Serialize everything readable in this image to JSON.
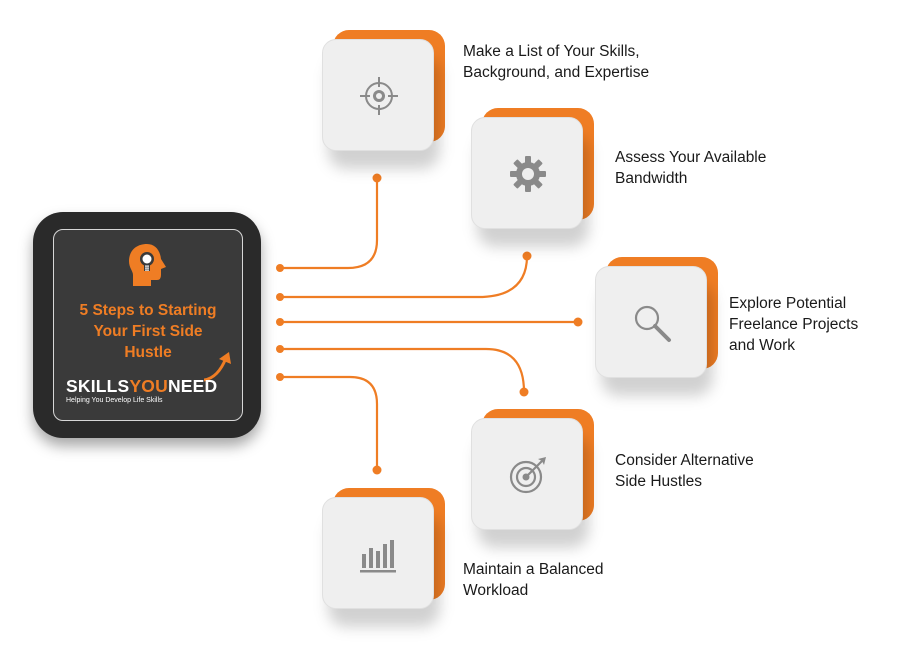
{
  "center": {
    "title": "5 Steps to Starting\nYour First Side\nHustle",
    "brand_part1": "SKILLS",
    "brand_part2": "YOU",
    "brand_part3": "NEED",
    "tagline": "Helping You Develop Life Skills",
    "colors": {
      "accent": "#ef7d24",
      "card": "#2a2a2a"
    }
  },
  "steps": [
    {
      "label": "Make a List of Your Skills,\nBackground, and Expertise",
      "icon": "crosshair-target-icon"
    },
    {
      "label": "Assess Your Available\nBandwidth",
      "icon": "gear-icon"
    },
    {
      "label": "Explore Potential\nFreelance Projects\nand Work",
      "icon": "magnifier-icon"
    },
    {
      "label": "Consider Alternative\nSide Hustles",
      "icon": "dartboard-icon"
    },
    {
      "label": "Maintain a Balanced\nWorkload",
      "icon": "bar-chart-icon"
    }
  ]
}
